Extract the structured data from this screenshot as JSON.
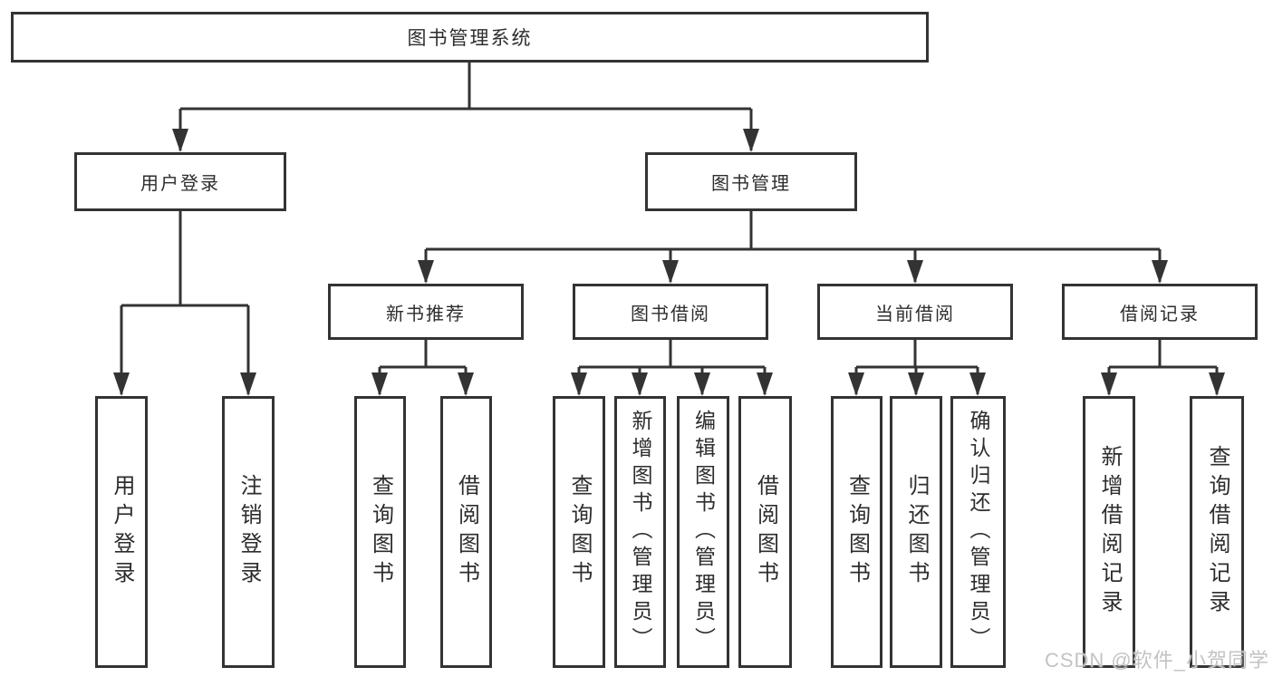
{
  "page": {
    "background": "#ffffff"
  },
  "colors": {
    "line": "#333333",
    "box_border": "#333333",
    "text": "#2d2d2d",
    "watermark": "#c3c3c3"
  },
  "watermark": {
    "text": "CSDN @软件_小贺同学"
  },
  "nodes": {
    "root": {
      "label": "图书管理系统"
    },
    "user_login": {
      "label": "用户登录",
      "children": [
        {
          "label": "用户登录"
        },
        {
          "label": "注销登录"
        }
      ]
    },
    "book_mgmt": {
      "label": "图书管理",
      "sections": [
        {
          "label": "新书推荐",
          "children": [
            {
              "label": "查询图书"
            },
            {
              "label": "借阅图书"
            }
          ]
        },
        {
          "label": "图书借阅",
          "children": [
            {
              "label": "查询图书"
            },
            {
              "label": "新增图书（管理员）"
            },
            {
              "label": "编辑图书（管理员）"
            },
            {
              "label": "借阅图书"
            }
          ]
        },
        {
          "label": "当前借阅",
          "children": [
            {
              "label": "查询图书"
            },
            {
              "label": "归还图书"
            },
            {
              "label": "确认归还（管理员）"
            }
          ]
        },
        {
          "label": "借阅记录",
          "children": [
            {
              "label": "新增借阅记录"
            },
            {
              "label": "查询借阅记录"
            }
          ]
        }
      ]
    }
  }
}
